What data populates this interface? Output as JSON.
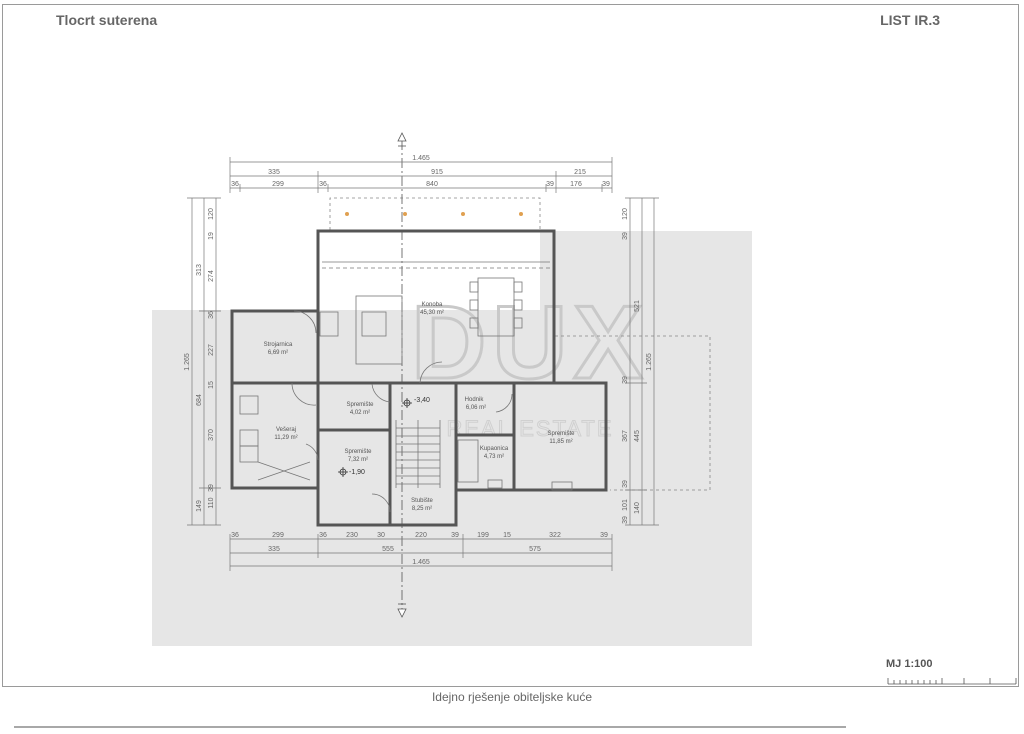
{
  "header": {
    "title": "Tlocrt suterena",
    "sheet": "LIST IR.3"
  },
  "footer": {
    "caption": "Idejno rješenje obiteljske kuće",
    "scale": "MJ 1:100"
  },
  "watermark": {
    "logo": "DUX",
    "sub": "REAL ESTATE"
  },
  "rooms": {
    "konoba": {
      "name": "Konoba",
      "area": "45,30 m²"
    },
    "strojarnica": {
      "name": "Strojarnica",
      "area": "6,69 m²"
    },
    "vesteraj": {
      "name": "Vešeraj",
      "area": "11,29 m²"
    },
    "spremiste1": {
      "name": "Spremište",
      "area": "4,02 m²"
    },
    "spremiste2": {
      "name": "Spremište",
      "area": "7,32 m²"
    },
    "hodnik": {
      "name": "Hodnik",
      "area": "6,06 m²"
    },
    "kupaonica": {
      "name": "Kupaonica",
      "area": "4,73 m²"
    },
    "spremiste3": {
      "name": "Spremište",
      "area": "11,85 m²"
    },
    "stubiste": {
      "name": "Stubište",
      "area": "8,25 m²"
    }
  },
  "levels": {
    "hodnik": "-3,40",
    "spremiste": "-1,90"
  },
  "dims_top": {
    "total": "1.465",
    "row2": [
      "335",
      "915",
      "215"
    ],
    "row3": [
      "36",
      "299",
      "36",
      "840",
      "39",
      "176",
      "39"
    ]
  },
  "dims_bottom": {
    "row1": [
      "36",
      "299",
      "36",
      "230",
      "30",
      "220",
      "39",
      "199",
      "15",
      "322",
      "39"
    ],
    "row2": [
      "335",
      "555",
      "575"
    ],
    "total": "1.465"
  },
  "dims_left": {
    "total": "1.265",
    "mid": [
      "313",
      "684",
      "149"
    ],
    "inner": [
      "120",
      "19",
      "274",
      "36",
      "227",
      "15",
      "370",
      "39",
      "110"
    ]
  },
  "dims_right": {
    "total": "1.265",
    "mid": [
      "521",
      "445",
      "140"
    ],
    "inner": [
      "120",
      "39",
      "39",
      "367",
      "39",
      "101",
      "39"
    ]
  },
  "colors": {
    "wall": "#555555",
    "dim": "#777777",
    "watermark_bg": "#e6e6e6",
    "marker": "#e0a050"
  }
}
